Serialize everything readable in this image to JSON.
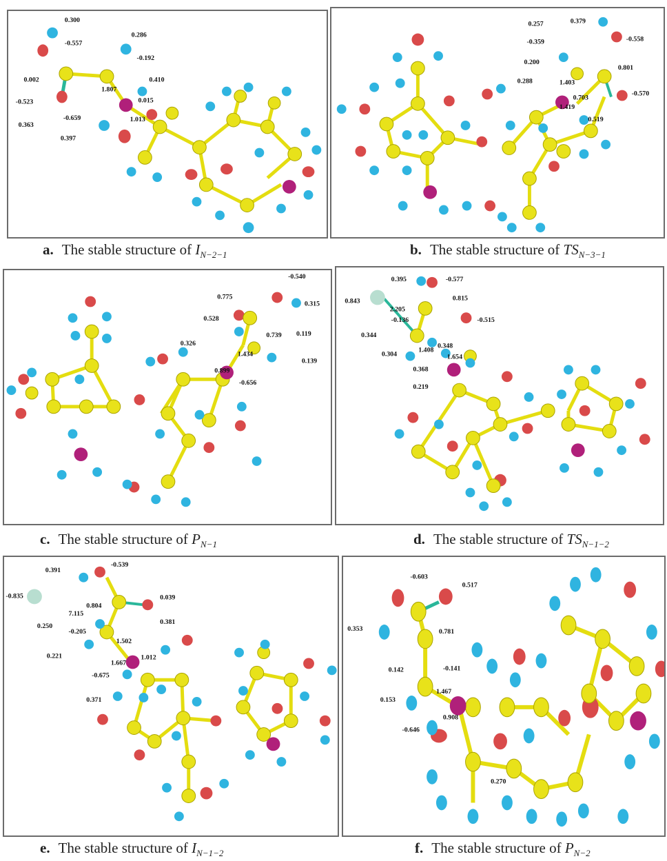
{
  "panels": [
    {
      "id": "a",
      "caption": {
        "letter": "a.",
        "text": "The stable structure of ",
        "symbol": "I",
        "subscript": "N−2−1"
      },
      "labels": [
        "0.300",
        "-0.557",
        "0.286",
        "-0.192",
        "0.410",
        "0.002",
        "-0.523",
        "1.807",
        "0.015",
        "-0.659",
        "1.013",
        "0.363",
        "0.397"
      ]
    },
    {
      "id": "b",
      "caption": {
        "letter": "b.",
        "text": "The stable structure of ",
        "symbol": "TS",
        "subscript": "N−3−1"
      },
      "labels": [
        "0.257",
        "0.379",
        "-0.558",
        "-0.359",
        "0.200",
        "0.801",
        "0.288",
        "1.403",
        "0.703",
        "1.419",
        "-0.570",
        "0.519"
      ]
    },
    {
      "id": "c",
      "caption": {
        "letter": "c.",
        "text": "The stable structure of ",
        "symbol": "P",
        "subscript": "N−1"
      },
      "labels": [
        "-0.540",
        "0.775",
        "0.315",
        "0.528",
        "0.119",
        "0.326",
        "0.739",
        "1.434",
        "0.139",
        "0.899",
        "-0.656"
      ]
    },
    {
      "id": "d",
      "caption": {
        "letter": "d.",
        "text": "The stable structure of ",
        "symbol": "TS",
        "subscript": "N−1−2"
      },
      "labels": [
        "0.395",
        "-0.577",
        "0.843",
        "0.815",
        "2.205",
        "-0.136",
        "-0.515",
        "0.344",
        "1.408",
        "0.348",
        "0.304",
        "1.654",
        "0.368",
        "0.219"
      ]
    },
    {
      "id": "e",
      "caption": {
        "letter": "e.",
        "text": "The stable structure of ",
        "symbol": "I",
        "subscript": "N−1−2"
      },
      "labels": [
        "0.391",
        "-0.539",
        "-0.835",
        "0.039",
        "0.804",
        "7.115",
        "0.250",
        "-0.205",
        "0.381",
        "1.502",
        "0.221",
        "1.667",
        "-0.675",
        "1.012",
        "0.371"
      ]
    },
    {
      "id": "f",
      "caption": {
        "letter": "f.",
        "text": "The stable structure of ",
        "symbol": "P",
        "subscript": "N−2"
      },
      "labels": [
        "-0.603",
        "0.517",
        "0.353",
        "0.781",
        "0.142",
        "-0.141",
        "0.153",
        "1.467",
        "-0.646",
        "0.908",
        "0.270"
      ]
    }
  ],
  "colors": {
    "carbon": "#e8e21a",
    "oxygen": "#d94a4a",
    "hydrogen": "#2fb4e0",
    "nitrogen": "#b0207a",
    "halogen": "#b8ded0",
    "bond_teal": "#2ab79a",
    "frame": "#6b6b6b"
  }
}
